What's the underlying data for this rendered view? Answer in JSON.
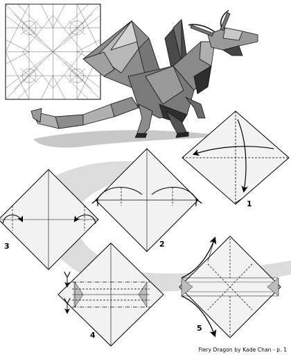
{
  "document": {
    "footer": "Fiery Dragon by Kade Chan - p. 1"
  },
  "steps": [
    {
      "label": "1"
    },
    {
      "label": "2"
    },
    {
      "label": "3"
    },
    {
      "label": "4"
    },
    {
      "label": "5"
    }
  ],
  "colors": {
    "paper": "#f2f2f2",
    "shadow_swoosh": "#d9d9d9",
    "dragon_light": "#d0d0d0",
    "dragon_mid": "#8c8c8c",
    "dragon_dark": "#4a4a4a",
    "dragon_black": "#262626"
  }
}
